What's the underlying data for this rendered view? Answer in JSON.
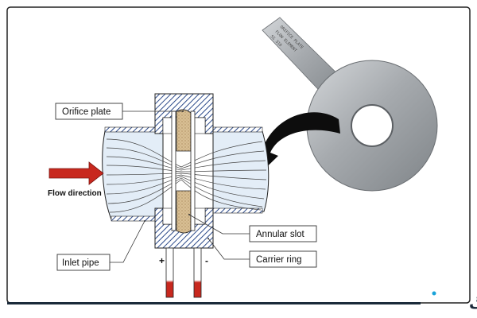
{
  "labels": {
    "orifice_plate": "Orifice plate",
    "flow_direction": "Flow direction",
    "inlet_pipe": "Inlet pipe",
    "annular_slot": "Annular slot",
    "carrier_ring": "Carrier ring"
  },
  "terminals": {
    "plus": "+",
    "minus": "-"
  },
  "plate_engraving": [
    "ORIFICE PLATE",
    "FLOW ELEMENT",
    "SS 316"
  ],
  "brand": {
    "text": "پیکاگ",
    "accent": "#1aa3d9"
  },
  "colors": {
    "arrow_red": "#c8281e",
    "pipe_fill": "#e3edf7",
    "hatch_blue": "#2c4a8a",
    "slot_tan": "#c9a878",
    "plate_steel": "#a8acb0"
  }
}
